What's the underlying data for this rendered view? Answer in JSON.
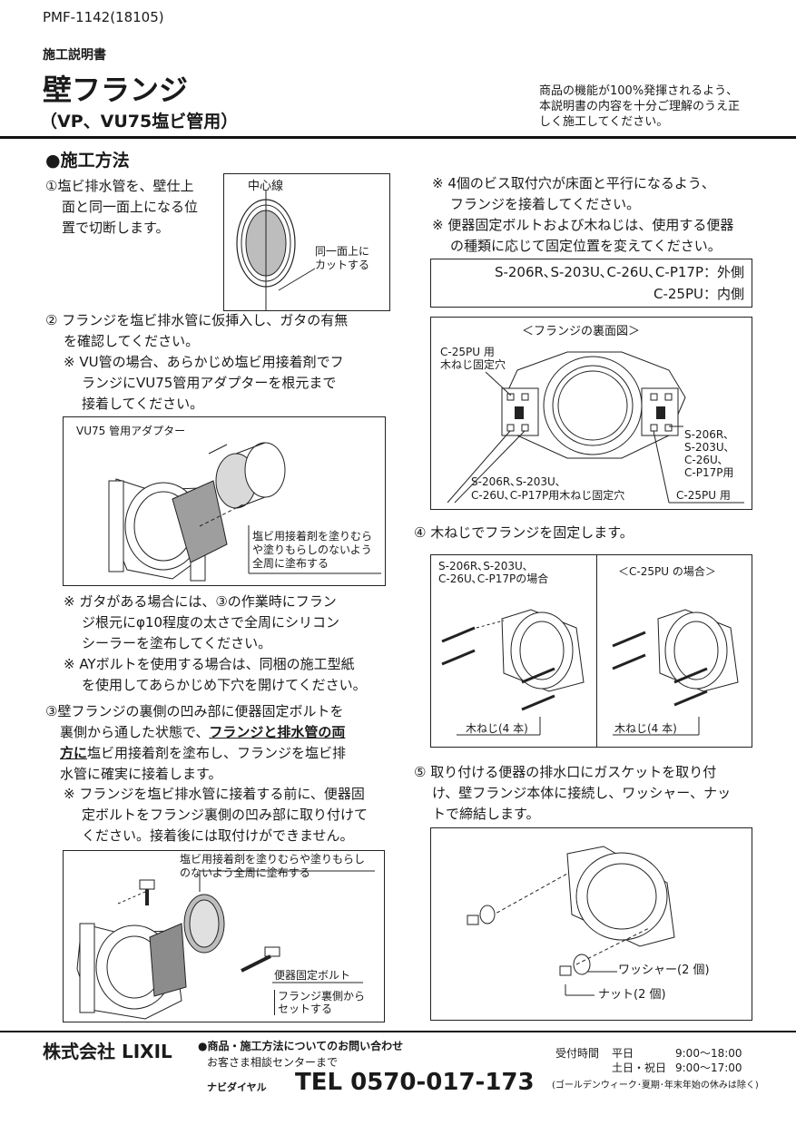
{
  "doc_code": "PMF-1142(18105)",
  "doc_type": "施工説明書",
  "title": "壁フランジ",
  "subtitle": "（VP、VU75塩ビ管用）",
  "notice": [
    "商品の機能が100%発揮されるよう、",
    "本説明書の内容を十分ご理解のうえ正",
    "しく施工してください。"
  ],
  "section_heading": "●施工方法",
  "step1": {
    "text": [
      "①塩ビ排水管を、壁仕上",
      "面と同一面上になる位",
      "置で切断します。"
    ],
    "fig_center": "中心線",
    "fig_cut": [
      "同一面上に",
      "カットする"
    ]
  },
  "step2": {
    "text": [
      "② フランジを塩ビ排水管に仮挿入し、ガタの有無",
      "を確認してください。"
    ],
    "note1": [
      "※ VU管の場合、あらかじめ塩ビ用接着剤でフ",
      "ランジにVU75管用アダプターを根元まで",
      "接着してください。"
    ],
    "fig_adapter": "VU75 管用アダプター",
    "fig_glue": [
      "塩ビ用接着剤を塗りむら",
      "や塗りもらしのないよう",
      "全周に塗布する"
    ],
    "note2": [
      "※ ガタがある場合には、③の作業時にフラン",
      "ジ根元にφ10程度の太さで全周にシリコン",
      "シーラーを塗布してください。"
    ],
    "note3": [
      "※ AYボルトを使用する場合は、同梱の施工型紙",
      "を使用してあらかじめ下穴を開けてください。"
    ]
  },
  "step3": {
    "line1": "③壁フランジの裏側の凹み部に便器固定ボルトを",
    "line2_a": "裏側から通した状態で、",
    "line2_u": "フランジと排水管の両",
    "line3_u": "方に",
    "line3_b": "塩ビ用接着剤を塗布し、フランジを塩ビ排",
    "line4": "水管に確実に接着します。",
    "note": [
      "※ フランジを塩ビ排水管に接着する前に、便器固",
      "定ボルトをフランジ裏側の凹み部に取り付けて",
      "ください。接着後には取付けができません。"
    ],
    "fig_glue": [
      "塩ビ用接着剤を塗りむらや塗りもらし",
      "のないよう全周に塗布する"
    ],
    "fig_bolt": "便器固定ボルト",
    "fig_bolt_note": [
      "フランジ裏側から",
      "セットする"
    ]
  },
  "right_notes": {
    "note1": [
      "※ 4個のビス取付穴が床面と平行になるよう、",
      "フランジを接着してください。"
    ],
    "note2": [
      "※ 便器固定ボルトおよび木ねじは、使用する便器",
      "の種類に応じて固定位置を変えてください。"
    ],
    "box": [
      "S-206R､S-203U､C-26U､C-P17P：外側",
      "C-25PU：内側"
    ]
  },
  "back_fig": {
    "title": "＜フランジの裏面図＞",
    "c25pu_hole": [
      "C-25PU 用",
      "木ねじ固定穴"
    ],
    "models_right": [
      "S-206R､",
      "S-203U､",
      "C-26U､",
      "C-P17P用"
    ],
    "bottom_left": [
      "S-206R､S-203U､",
      "C-26U､C-P17P用木ねじ固定穴"
    ],
    "bottom_right": "C-25PU 用"
  },
  "step4": {
    "text": "④ 木ねじでフランジを固定します。",
    "case_left": [
      "S-206R､S-203U､",
      "C-26U､C-P17Pの場合"
    ],
    "case_right": "＜C-25PU の場合＞",
    "screw_left": "木ねじ(4 本)",
    "screw_right": "木ねじ(4 本)"
  },
  "step5": {
    "text": [
      "⑤ 取り付ける便器の排水口にガスケットを取り付",
      "け、壁フランジ本体に接続し、ワッシャー、ナッ",
      "トで締結します。"
    ],
    "washer": "ワッシャー(2 個)",
    "nut": "ナット(2 個)"
  },
  "footer": {
    "company": "株式会社 LIXIL",
    "inquiry": "●商品・施工方法についてのお問い合わせ",
    "center": "お客さま相談センターまで",
    "navi": "ナビダイヤル",
    "tel": "TEL 0570-017-173",
    "hours_label": "受付時間",
    "weekday": "平日",
    "weekday_hours": "9:00〜18:00",
    "holiday": "土日・祝日",
    "holiday_hours": "9:00〜17:00",
    "closed": "(ゴールデンウィーク･夏期･年末年始の休みは除く)"
  }
}
